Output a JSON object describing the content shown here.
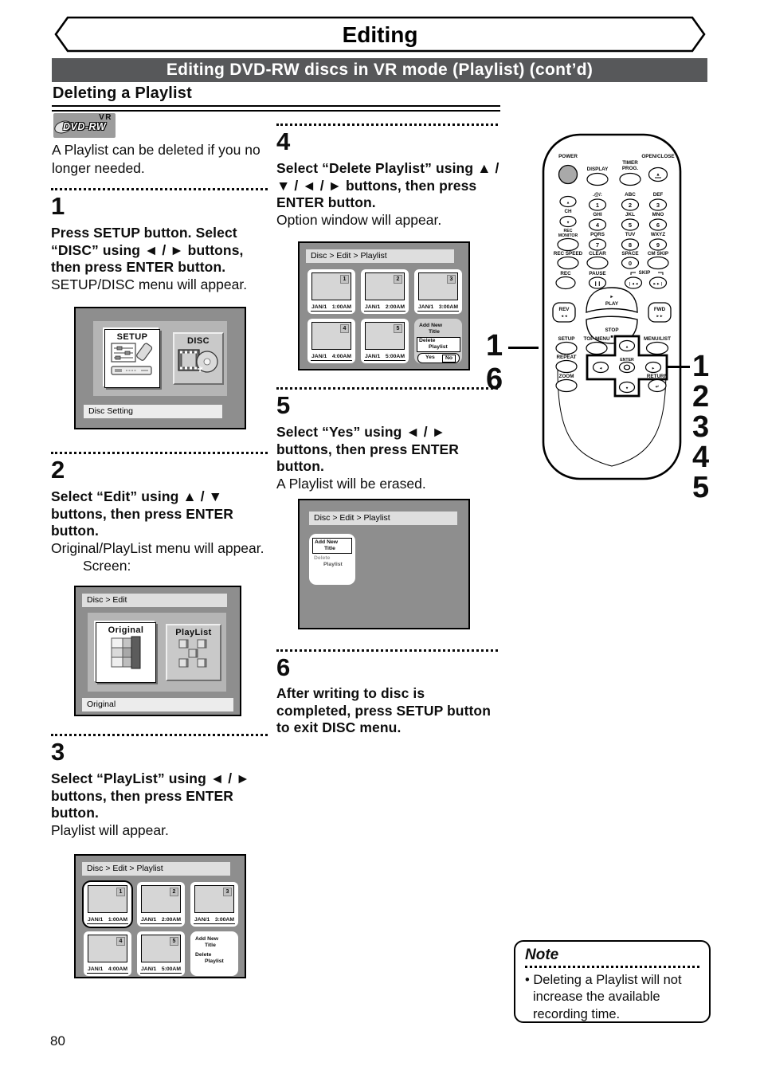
{
  "header": {
    "banner": "Editing",
    "section": "Editing DVD-RW discs in VR mode (Playlist) (cont’d)",
    "heading": "Deleting a Playlist"
  },
  "logo": {
    "label": "DVD-RW",
    "badge": "VR"
  },
  "intro": "A Playlist can be deleted if you no longer needed.",
  "steps": [
    {
      "num": "1",
      "bold": "Press SETUP button. Select “DISC” using ◄ / ► buttons, then press ENTER button.",
      "normal": "SETUP/DISC menu will appear."
    },
    {
      "num": "2",
      "bold": "Select “Edit” using ▲ / ▼ buttons, then press ENTER button.",
      "normal": "Original/PlayList menu will appear.",
      "screen_label": "Screen:"
    },
    {
      "num": "3",
      "bold": "Select “PlayList” using ◄ / ► buttons, then press ENTER button.",
      "normal": "Playlist will appear."
    },
    {
      "num": "4",
      "bold": "Select “Delete Playlist” using ▲ / ▼ / ◄ / ► buttons, then press ENTER button.",
      "normal": "Option window will appear."
    },
    {
      "num": "5",
      "bold": "Select “Yes” using ◄ / ► buttons, then press ENTER button.",
      "normal": "A Playlist will be erased."
    },
    {
      "num": "6",
      "bold": "After writing to disc is completed, press SETUP button to exit DISC menu.",
      "normal": ""
    }
  ],
  "screens": {
    "setup_disc": {
      "tiles": [
        "SETUP",
        "DISC"
      ],
      "status": "Disc Setting"
    },
    "edit": {
      "breadcrumb": "Disc > Edit",
      "tiles": [
        "Original",
        "PlayList"
      ],
      "status": "Original"
    },
    "playlist": {
      "breadcrumb": "Disc > Edit > Playlist",
      "thumbs": [
        {
          "n": "1",
          "date": "JAN/1",
          "time": "1:00AM"
        },
        {
          "n": "2",
          "date": "JAN/1",
          "time": "2:00AM"
        },
        {
          "n": "3",
          "date": "JAN/1",
          "time": "3:00AM"
        },
        {
          "n": "4",
          "date": "JAN/1",
          "time": "4:00AM"
        },
        {
          "n": "5",
          "date": "JAN/1",
          "time": "5:00AM"
        }
      ],
      "menu": {
        "item1_line1": "Add New",
        "item1_line2": "Title",
        "item2_line1": "Delete",
        "item2_line2": "Playlist"
      },
      "confirm": {
        "yes": "Yes",
        "no": "No"
      }
    }
  },
  "remote": {
    "power": "POWER",
    "display": "DISPLAY",
    "timer_line1": "TIMER",
    "timer_line2": "PROG.",
    "open_close": "OPEN/CLOSE",
    "ch": "CH",
    "keys": [
      {
        "label": ".@/:",
        "digit": "1"
      },
      {
        "label": "ABC",
        "digit": "2"
      },
      {
        "label": "DEF",
        "digit": "3"
      },
      {
        "label": "GHI",
        "digit": "4"
      },
      {
        "label": "JKL",
        "digit": "5"
      },
      {
        "label": "MNO",
        "digit": "6"
      },
      {
        "label": "PQRS",
        "digit": "7"
      },
      {
        "label": "TUV",
        "digit": "8"
      },
      {
        "label": "WXYZ",
        "digit": "9"
      }
    ],
    "rec_monitor_line1": "REC",
    "rec_monitor_line2": "MONITOR",
    "rec_speed": "REC SPEED",
    "clear": "CLEAR",
    "space": "SPACE",
    "zero": "0",
    "cm_skip": "CM SKIP",
    "rec": "REC",
    "pause": "PAUSE",
    "skip": "SKIP",
    "play": "PLAY",
    "stop": "STOP",
    "rev": "REV",
    "fwd": "FWD",
    "setup": "SETUP",
    "top_menu": "TOP MENU",
    "menu_list": "MENU/LIST",
    "enter": "ENTER",
    "repeat": "REPEAT",
    "zoom": "ZOOM",
    "return": "RETURN"
  },
  "callouts": {
    "left": [
      "1",
      "6"
    ],
    "right": [
      "1",
      "2",
      "3",
      "4",
      "5"
    ]
  },
  "note": {
    "title": "Note",
    "text": "• Deleting a Playlist will not increase the available recording time."
  },
  "page_number": "80"
}
